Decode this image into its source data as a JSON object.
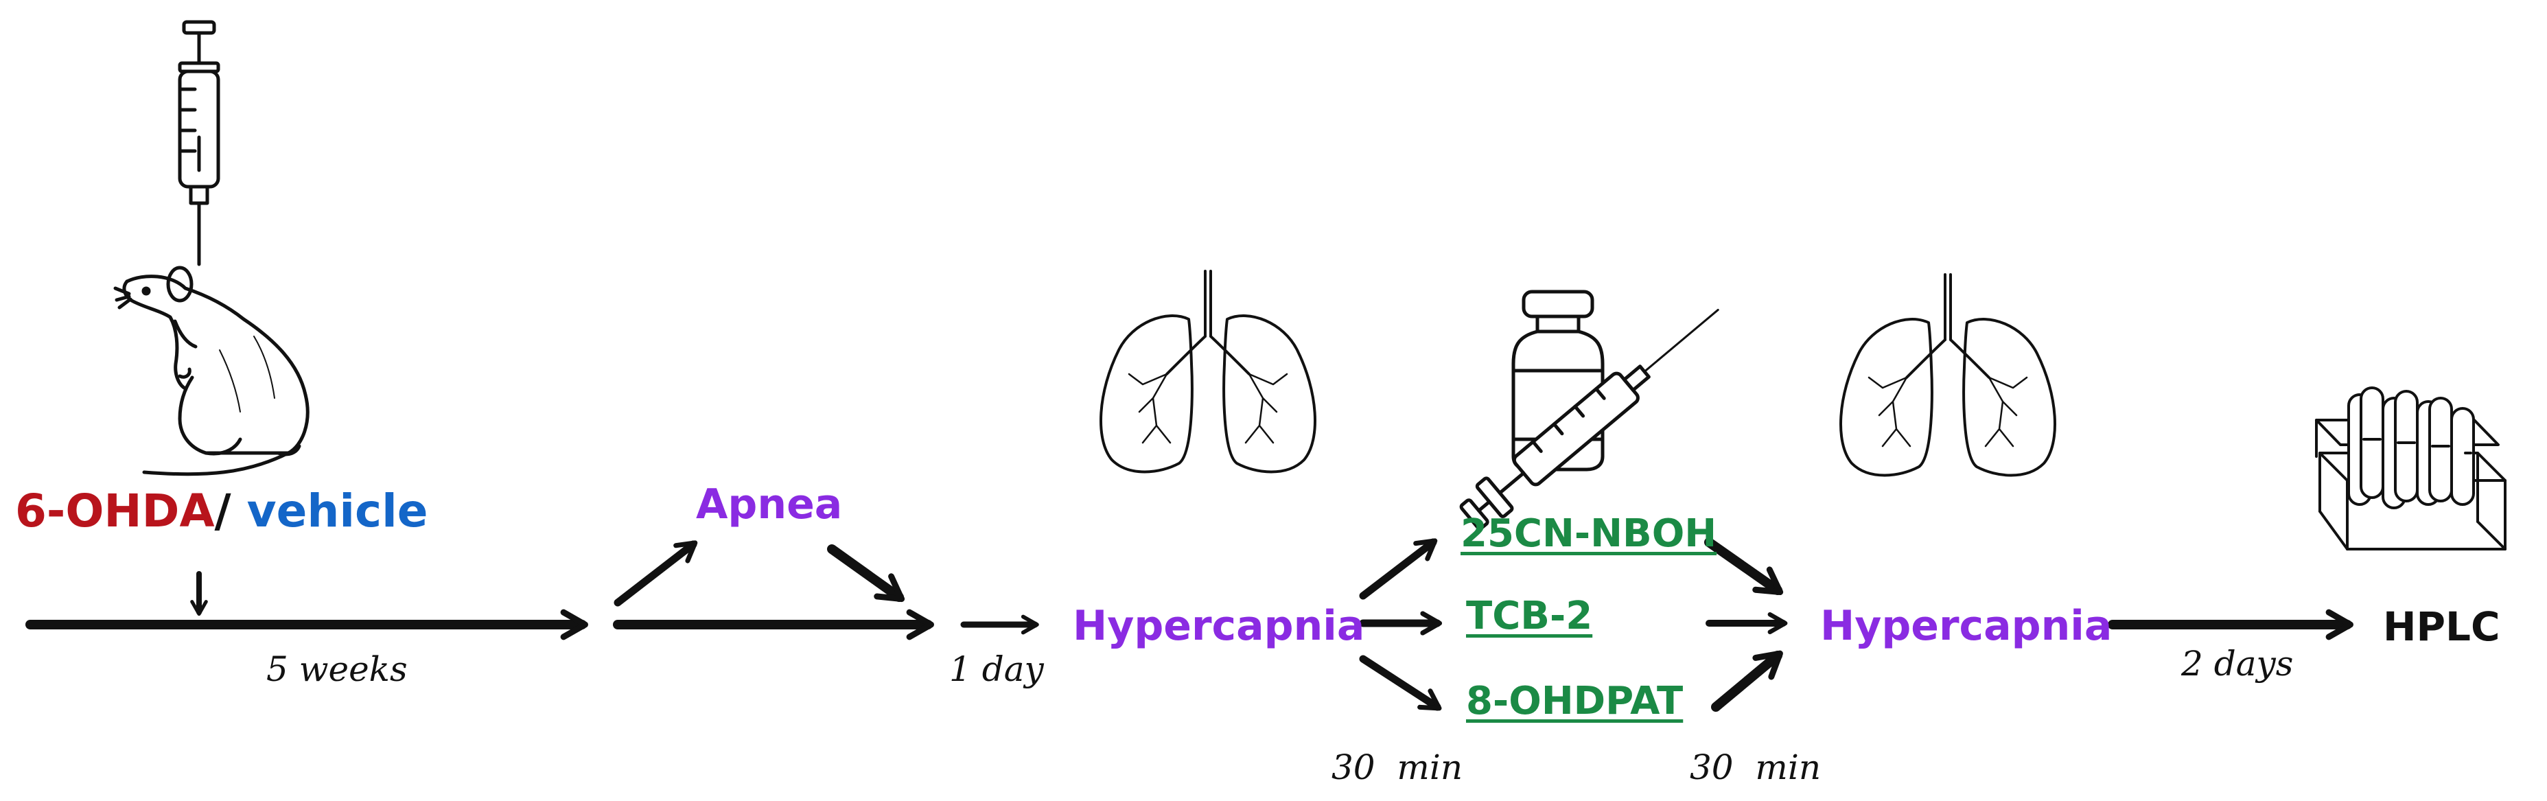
{
  "colors": {
    "red": "#b8141c",
    "blue": "#1466c8",
    "purple": "#8a2be2",
    "green": "#1b8a45",
    "black": "#111111"
  },
  "labels": {
    "drug_a": "6-OHDA",
    "slash": "/",
    "vehicle": "vehicle",
    "apnea": "Apnea",
    "hypercapnia_1": "Hypercapnia",
    "hypercapnia_2": "Hypercapnia",
    "agonist_1": "25CN-NBOH",
    "agonist_2": "TCB-2",
    "agonist_3": "8-OHDPAT",
    "hplc": "HPLC"
  },
  "intervals": {
    "weeks": "5 weeks",
    "day": "1 day",
    "min_1": "30  min",
    "min_2": "30  min",
    "days": "2 days"
  },
  "icons": [
    "syringe-icon",
    "rat-icon",
    "lungs-icon",
    "vial-syringe-icon",
    "test-tubes-icon"
  ]
}
